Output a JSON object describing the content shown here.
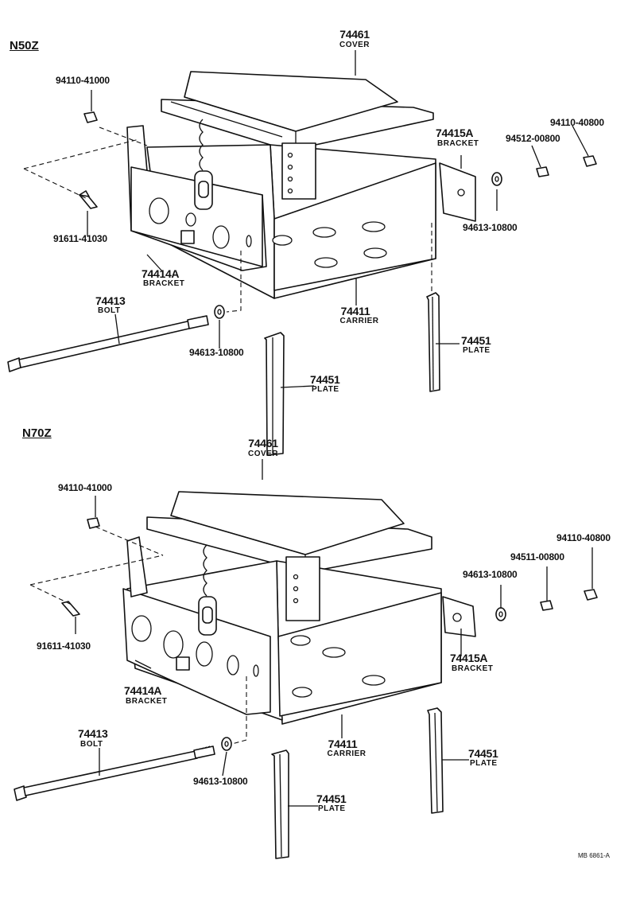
{
  "reference": "MB 6861-A",
  "sections": [
    {
      "model": "N50Z",
      "parts": {
        "cover": {
          "number": "74461",
          "name": "COVER"
        },
        "bracket_right": {
          "number": "74415A",
          "name": "BRACKET"
        },
        "bracket_left": {
          "number": "74414A",
          "name": "BRACKET"
        },
        "carrier": {
          "number": "74411",
          "name": "CARRIER"
        },
        "bolt": {
          "number": "74413",
          "name": "BOLT"
        },
        "plate_front": {
          "number": "74451",
          "name": "PLATE"
        },
        "plate_rear": {
          "number": "74451",
          "name": "PLATE"
        },
        "nut_left": "94110-41000",
        "bolt_small": "91611-41030",
        "washer_left": "94613-10800",
        "washer_right": "94613-10800",
        "nut_right": "94110-40800",
        "washer_spring": "94512-00800"
      }
    },
    {
      "model": "N70Z",
      "parts": {
        "cover": {
          "number": "74461",
          "name": "COVER"
        },
        "bracket_right": {
          "number": "74415A",
          "name": "BRACKET"
        },
        "bracket_left": {
          "number": "74414A",
          "name": "BRACKET"
        },
        "carrier": {
          "number": "74411",
          "name": "CARRIER"
        },
        "bolt": {
          "number": "74413",
          "name": "BOLT"
        },
        "plate_front": {
          "number": "74451",
          "name": "PLATE"
        },
        "plate_rear": {
          "number": "74451",
          "name": "PLATE"
        },
        "nut_left": "94110-41000",
        "bolt_small": "91611-41030",
        "washer_left": "94613-10800",
        "washer_right": "94613-10800",
        "nut_right": "94110-40800",
        "washer_spring": "94511-00800"
      }
    }
  ]
}
